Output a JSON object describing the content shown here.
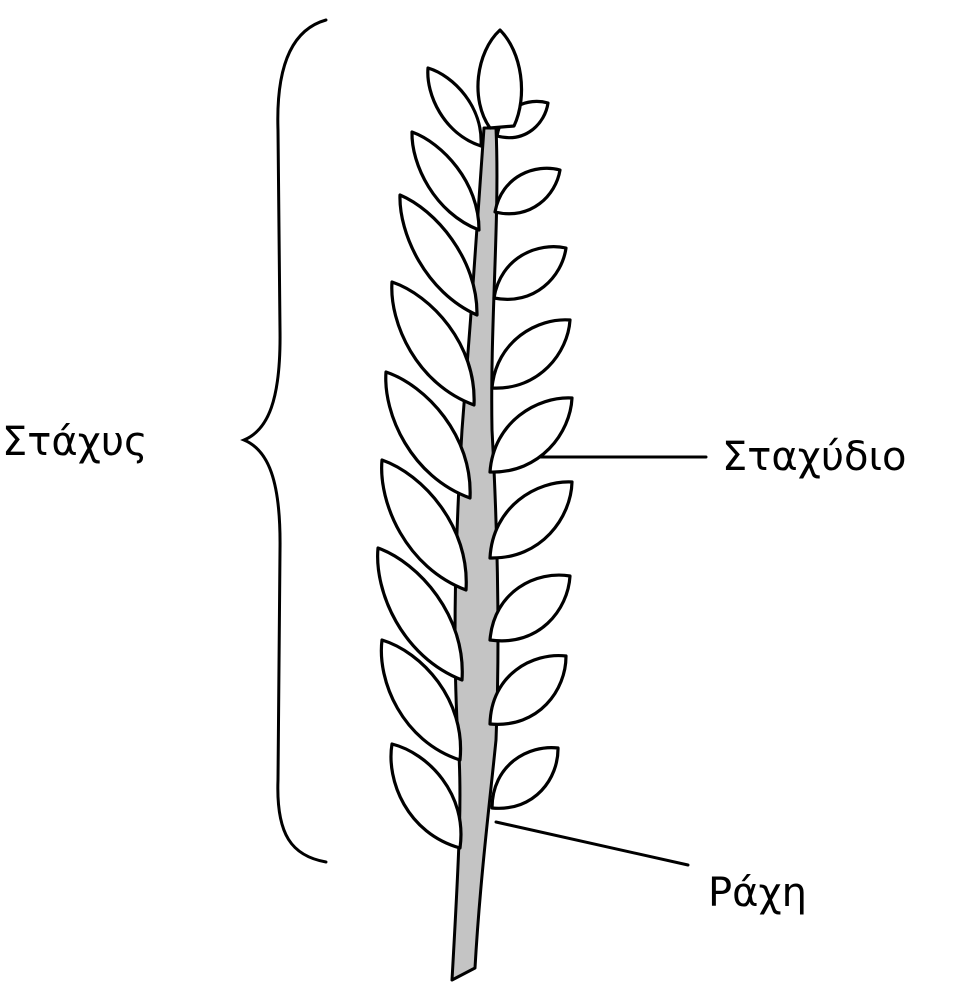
{
  "labels": {
    "spike": "Στάχυς",
    "spikelet": "Σταχύδιο",
    "rachis": "Ράχη"
  },
  "colors": {
    "rachis_fill": "#c4c4c4",
    "outline": "#000000",
    "background": "#ffffff"
  }
}
